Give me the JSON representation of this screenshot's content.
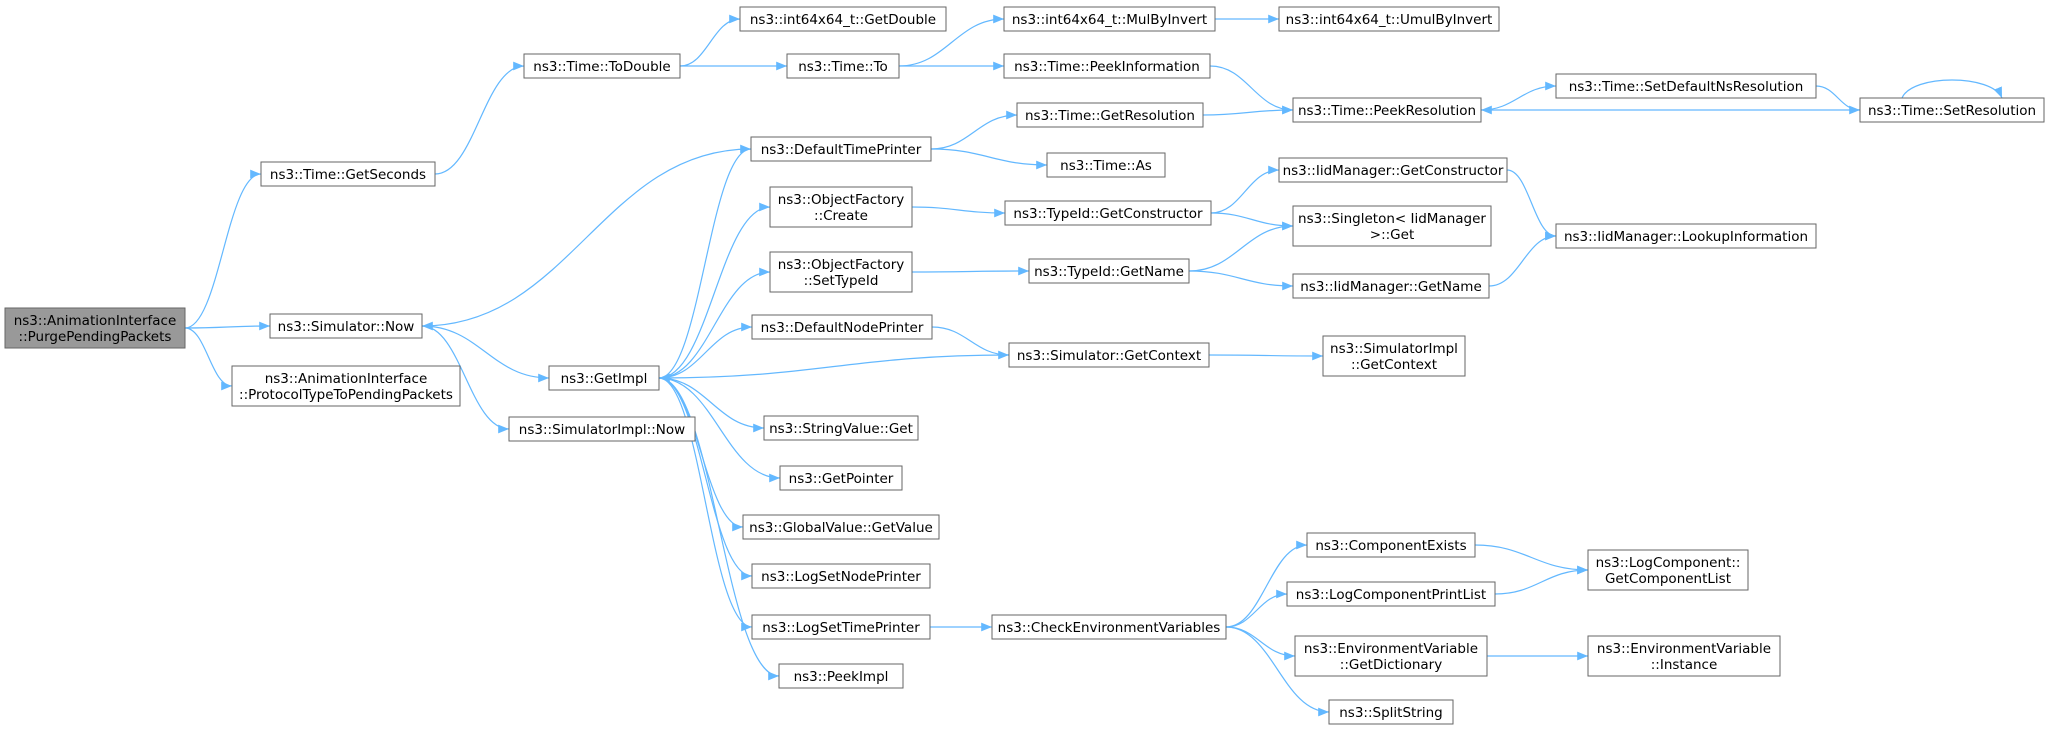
{
  "diagram": {
    "colors": {
      "edge": "#63b8ff",
      "node_border": "#666666",
      "root_fill": "#999999",
      "node_fill": "#ffffff"
    },
    "nodes": [
      {
        "id": "root",
        "lines": [
          "ns3::AnimationInterface",
          "::PurgePendingPackets"
        ],
        "highlight": true
      },
      {
        "id": "getseconds",
        "lines": [
          "ns3::Time::GetSeconds"
        ]
      },
      {
        "id": "simnow",
        "lines": [
          "ns3::Simulator::Now"
        ]
      },
      {
        "id": "proto",
        "lines": [
          "ns3::AnimationInterface",
          "::ProtocolTypeToPendingPackets"
        ]
      },
      {
        "id": "todouble",
        "lines": [
          "ns3::Time::ToDouble"
        ]
      },
      {
        "id": "getdouble",
        "lines": [
          "ns3::int64x64_t::GetDouble"
        ]
      },
      {
        "id": "to",
        "lines": [
          "ns3::Time::To"
        ]
      },
      {
        "id": "mulbyinvert",
        "lines": [
          "ns3::int64x64_t::MulByInvert"
        ]
      },
      {
        "id": "umulbyinvert",
        "lines": [
          "ns3::int64x64_t::UmulByInvert"
        ]
      },
      {
        "id": "peekinfo",
        "lines": [
          "ns3::Time::PeekInformation"
        ]
      },
      {
        "id": "peekres",
        "lines": [
          "ns3::Time::PeekResolution"
        ]
      },
      {
        "id": "setdefault",
        "lines": [
          "ns3::Time::SetDefaultNsResolution"
        ]
      },
      {
        "id": "setres",
        "lines": [
          "ns3::Time::SetResolution"
        ]
      },
      {
        "id": "getimpl",
        "lines": [
          "ns3::GetImpl"
        ]
      },
      {
        "id": "simimplnow",
        "lines": [
          "ns3::SimulatorImpl::Now"
        ]
      },
      {
        "id": "deftimeprinter",
        "lines": [
          "ns3::DefaultTimePrinter"
        ]
      },
      {
        "id": "getresolution",
        "lines": [
          "ns3::Time::GetResolution"
        ]
      },
      {
        "id": "as",
        "lines": [
          "ns3::Time::As"
        ]
      },
      {
        "id": "ofcreate",
        "lines": [
          "ns3::ObjectFactory",
          "::Create"
        ]
      },
      {
        "id": "oftypeid",
        "lines": [
          "ns3::ObjectFactory",
          "::SetTypeId"
        ]
      },
      {
        "id": "tgetctor",
        "lines": [
          "ns3::TypeId::GetConstructor"
        ]
      },
      {
        "id": "igetctor",
        "lines": [
          "ns3::IidManager::GetConstructor"
        ]
      },
      {
        "id": "singleton",
        "lines": [
          "ns3::Singleton< IidManager",
          ">::Get"
        ]
      },
      {
        "id": "lookup",
        "lines": [
          "ns3::IidManager::LookupInformation"
        ]
      },
      {
        "id": "tgetname",
        "lines": [
          "ns3::TypeId::GetName"
        ]
      },
      {
        "id": "igetname",
        "lines": [
          "ns3::IidManager::GetName"
        ]
      },
      {
        "id": "defnodeprinter",
        "lines": [
          "ns3::DefaultNodePrinter"
        ]
      },
      {
        "id": "simgetctx",
        "lines": [
          "ns3::Simulator::GetContext"
        ]
      },
      {
        "id": "simimplctx",
        "lines": [
          "ns3::SimulatorImpl",
          "::GetContext"
        ]
      },
      {
        "id": "strget",
        "lines": [
          "ns3::StringValue::Get"
        ]
      },
      {
        "id": "getpointer",
        "lines": [
          "ns3::GetPointer"
        ]
      },
      {
        "id": "gvgetvalue",
        "lines": [
          "ns3::GlobalValue::GetValue"
        ]
      },
      {
        "id": "lognode",
        "lines": [
          "ns3::LogSetNodePrinter"
        ]
      },
      {
        "id": "logtime",
        "lines": [
          "ns3::LogSetTimePrinter"
        ]
      },
      {
        "id": "checkenv",
        "lines": [
          "ns3::CheckEnvironmentVariables"
        ]
      },
      {
        "id": "compexists",
        "lines": [
          "ns3::ComponentExists"
        ]
      },
      {
        "id": "logcomplist",
        "lines": [
          "ns3::LogComponent::",
          "GetComponentList"
        ]
      },
      {
        "id": "logprintlist",
        "lines": [
          "ns3::LogComponentPrintList"
        ]
      },
      {
        "id": "envdict",
        "lines": [
          "ns3::EnvironmentVariable",
          "::GetDictionary"
        ]
      },
      {
        "id": "envinst",
        "lines": [
          "ns3::EnvironmentVariable",
          "::Instance"
        ]
      },
      {
        "id": "splitstring",
        "lines": [
          "ns3::SplitString"
        ]
      },
      {
        "id": "peekimpl",
        "lines": [
          "ns3::PeekImpl"
        ]
      }
    ],
    "edges": [
      {
        "from": "root",
        "to": "getseconds"
      },
      {
        "from": "root",
        "to": "simnow"
      },
      {
        "from": "root",
        "to": "proto"
      },
      {
        "from": "getseconds",
        "to": "todouble"
      },
      {
        "from": "todouble",
        "to": "getdouble"
      },
      {
        "from": "todouble",
        "to": "to"
      },
      {
        "from": "to",
        "to": "mulbyinvert"
      },
      {
        "from": "to",
        "to": "peekinfo"
      },
      {
        "from": "mulbyinvert",
        "to": "umulbyinvert"
      },
      {
        "from": "peekinfo",
        "to": "peekres"
      },
      {
        "from": "peekres",
        "to": "setdefault"
      },
      {
        "from": "setdefault",
        "to": "setres"
      },
      {
        "from": "setres",
        "to": "peekres"
      },
      {
        "from": "setres",
        "to": "setres"
      },
      {
        "from": "simnow",
        "to": "getimpl"
      },
      {
        "from": "simnow",
        "to": "simimplnow"
      },
      {
        "from": "deftimeprinter",
        "to": "simnow"
      },
      {
        "from": "getimpl",
        "to": "deftimeprinter"
      },
      {
        "from": "getimpl",
        "to": "ofcreate"
      },
      {
        "from": "getimpl",
        "to": "oftypeid"
      },
      {
        "from": "getimpl",
        "to": "defnodeprinter"
      },
      {
        "from": "getimpl",
        "to": "strget"
      },
      {
        "from": "getimpl",
        "to": "getpointer"
      },
      {
        "from": "getimpl",
        "to": "gvgetvalue"
      },
      {
        "from": "getimpl",
        "to": "lognode"
      },
      {
        "from": "getimpl",
        "to": "logtime"
      },
      {
        "from": "getimpl",
        "to": "peekimpl"
      },
      {
        "from": "deftimeprinter",
        "to": "getresolution"
      },
      {
        "from": "deftimeprinter",
        "to": "as"
      },
      {
        "from": "getresolution",
        "to": "peekres"
      },
      {
        "from": "ofcreate",
        "to": "tgetctor"
      },
      {
        "from": "oftypeid",
        "to": "tgetname"
      },
      {
        "from": "tgetctor",
        "to": "igetctor"
      },
      {
        "from": "tgetctor",
        "to": "singleton"
      },
      {
        "from": "igetctor",
        "to": "lookup"
      },
      {
        "from": "tgetname",
        "to": "singleton"
      },
      {
        "from": "tgetname",
        "to": "igetname"
      },
      {
        "from": "igetname",
        "to": "lookup"
      },
      {
        "from": "defnodeprinter",
        "to": "simgetctx"
      },
      {
        "from": "simgetctx",
        "to": "getimpl"
      },
      {
        "from": "simgetctx",
        "to": "simimplctx"
      },
      {
        "from": "logtime",
        "to": "checkenv"
      },
      {
        "from": "checkenv",
        "to": "compexists"
      },
      {
        "from": "checkenv",
        "to": "logprintlist"
      },
      {
        "from": "checkenv",
        "to": "envdict"
      },
      {
        "from": "checkenv",
        "to": "splitstring"
      },
      {
        "from": "compexists",
        "to": "logcomplist"
      },
      {
        "from": "logprintlist",
        "to": "logcomplist"
      },
      {
        "from": "envdict",
        "to": "envinst"
      }
    ]
  }
}
